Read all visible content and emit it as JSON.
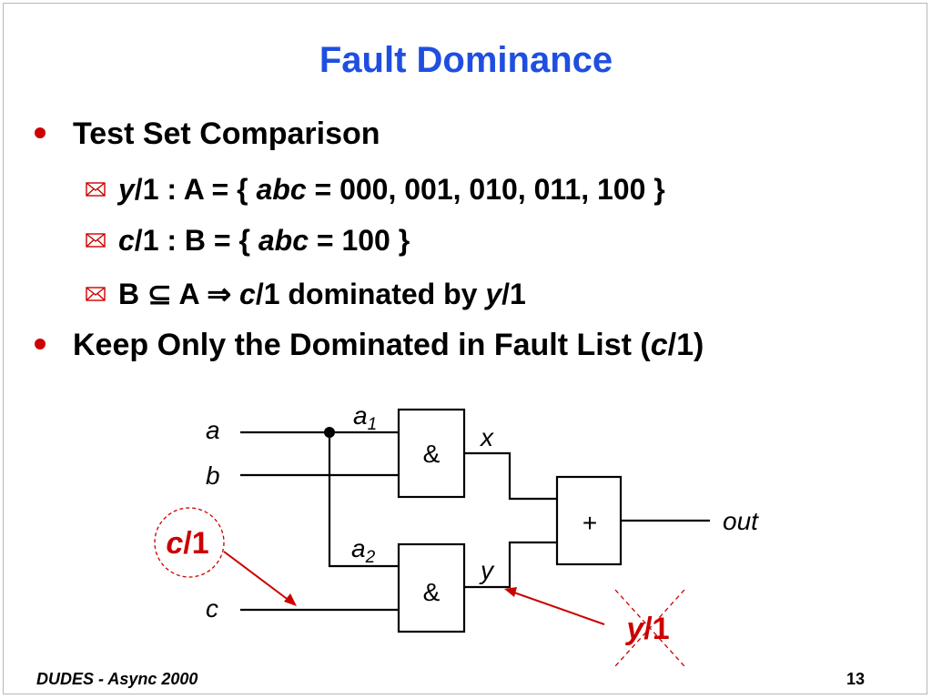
{
  "slide": {
    "title": "Fault Dominance",
    "bullets": [
      {
        "text": "Test Set Comparison"
      },
      {
        "text_parts": [
          "Keep Only the Dominated in Fault List (",
          "c",
          "/1)"
        ]
      }
    ],
    "sub_bullets": [
      {
        "parts": [
          "y",
          "/1 : A = { ",
          "abc",
          " = 000, 001, 010, 011, 100 }"
        ]
      },
      {
        "parts": [
          "c",
          "/1 : B = { ",
          "abc",
          " = 100 }"
        ]
      },
      {
        "parts": [
          "B ",
          "⊆",
          " A ",
          "⇒",
          " ",
          "c",
          "/1 dominated by ",
          "y",
          "/1"
        ]
      }
    ],
    "footer": {
      "left": "DUDES - Async 2000",
      "page": "13"
    }
  },
  "circuit": {
    "inputs": {
      "a": "a",
      "b": "b",
      "c": "c"
    },
    "branches": {
      "a1": "a",
      "a1_sub": "1",
      "a2": "a",
      "a2_sub": "2"
    },
    "gates": {
      "and_top": "&",
      "and_bottom": "&",
      "or": "+"
    },
    "signals": {
      "x": "x",
      "y": "y",
      "out": "out"
    },
    "faults": {
      "c1": {
        "var": "c",
        "rest": "/1"
      },
      "y1": {
        "var": "y",
        "rest": "/1"
      }
    },
    "colors": {
      "fault": "#cc0000",
      "title": "#1f4fe0",
      "bullet": "#cc0000"
    }
  }
}
